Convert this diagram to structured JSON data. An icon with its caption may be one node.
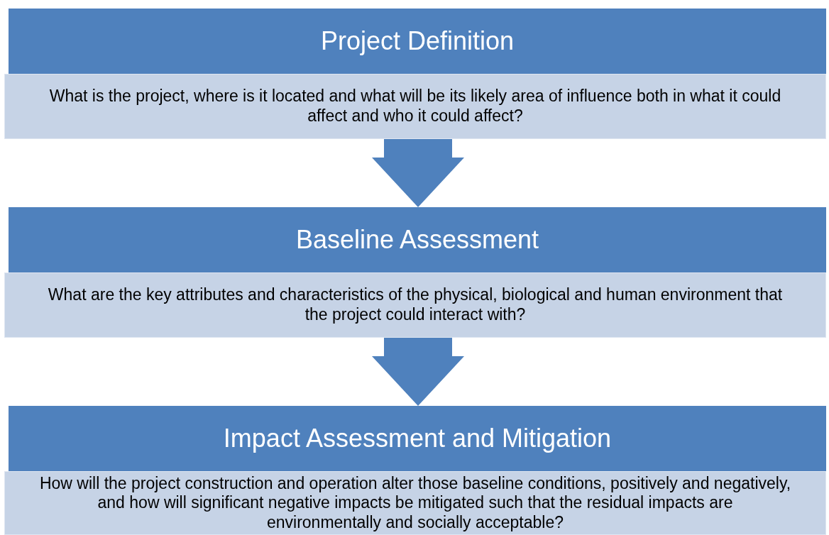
{
  "diagram": {
    "nodes": [
      {
        "text": [
          "Project Definition"
        ]
      },
      {
        "text": [
          "What is the project, where is it located and what will be its likely area of influence both in what it could affect and who it could affect?"
        ]
      },
      {
        "text": [
          "Baseline Assessment"
        ]
      },
      {
        "text": [
          "What are the key attributes and characteristics of the physical, biological and human environment that the project could interact with?"
        ]
      },
      {
        "text": [
          "Impact Assessment and Mitigation"
        ]
      },
      {
        "text": [
          "How will the project construction and operation alter those baseline conditions, positively and negatively, and how will significant negative impacts be mitigated such that the residual impacts are environmentally and socially acceptable?"
        ]
      }
    ],
    "edges": [
      {
        "from": 1,
        "to": 2,
        "arrow": "to"
      },
      {
        "from": 3,
        "to": 4,
        "arrow": "to"
      }
    ]
  }
}
